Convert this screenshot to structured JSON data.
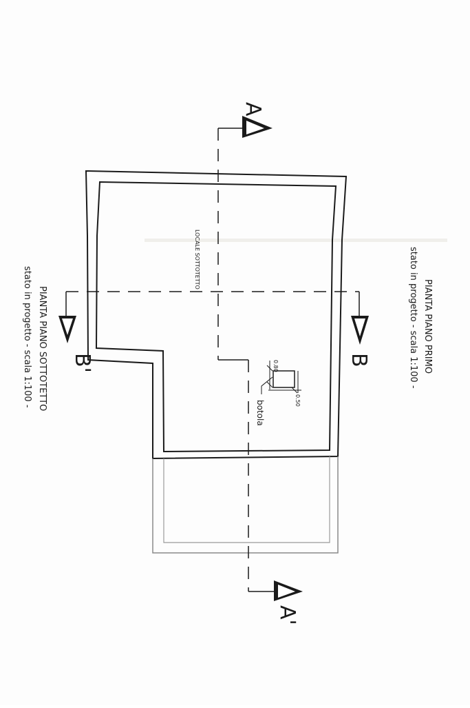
{
  "plan": {
    "room_label": "LOCALE SOTTOTETTO",
    "hatch_label": "botola",
    "hatch_width": "0.80",
    "hatch_height": "0.50"
  },
  "sections": {
    "a": "A",
    "a_prime": "A'",
    "b": "B",
    "b_prime": "B'"
  },
  "titles": {
    "right_line1": "PIANTA PIANO PRIMO",
    "right_line2": "stato in progetto - scala 1:100 -",
    "left_line1": "PIANTA PIANO SOTTOTETTO",
    "left_line2": "stato in progetto - scala 1:100 -"
  },
  "colors": {
    "ink": "#1a1a1a",
    "faint": "#8a8a8a"
  }
}
